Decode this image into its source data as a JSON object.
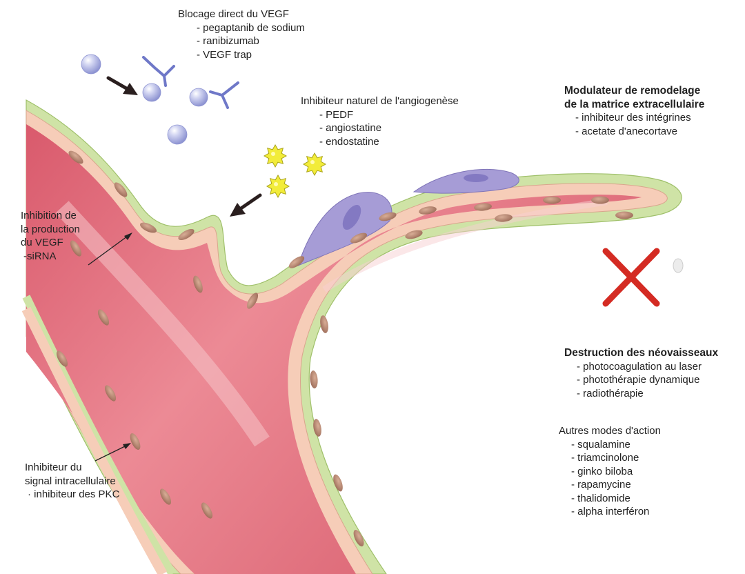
{
  "colors": {
    "vessel_lumen": "#e87a88",
    "endothelium": "#f6cdb8",
    "basement_membrane": "#cfe3a6",
    "nucleus": "#b98670",
    "pericyte": "#a69cd6",
    "vegf_molecule": "#b9bde8",
    "antibody": "#6f78c8",
    "inhibitor_star": "#f2ec3a",
    "cross_mark": "#d42b23"
  },
  "labels": {
    "vegf_block": {
      "title": "Blocage direct du VEGF",
      "items": [
        "- pegaptanib de sodium",
        "- ranibizumab",
        "- VEGF trap"
      ]
    },
    "natural_inhibitor": {
      "title": "Inhibiteur naturel de l'angiogenèse",
      "items": [
        "- PEDF",
        "- angiostatine",
        "- endostatine"
      ]
    },
    "remodeling": {
      "title_line1": "Modulateur de remodelage",
      "title_line2": "de la matrice extracellulaire",
      "items": [
        "- inhibiteur des intégrines",
        "- acetate d'anecortave"
      ]
    },
    "production": {
      "lines": [
        "Inhibition de",
        "la production",
        "du VEGF"
      ],
      "item": "-siRNA"
    },
    "signal": {
      "lines": [
        "Inhibiteur du",
        "signal intracellulaire"
      ],
      "item": "· inhibiteur des PKC"
    },
    "destruction": {
      "title": "Destruction des néovaisseaux",
      "items": [
        "- photocoagulation au laser",
        "- photothérapie dynamique",
        "- radiothérapie"
      ]
    },
    "other_modes": {
      "title": "Autres modes d'action",
      "items": [
        "- squalamine",
        "- triamcinolone",
        "- ginko biloba",
        "- rapamycine",
        "- thalidomide",
        "- alpha interféron"
      ]
    }
  }
}
